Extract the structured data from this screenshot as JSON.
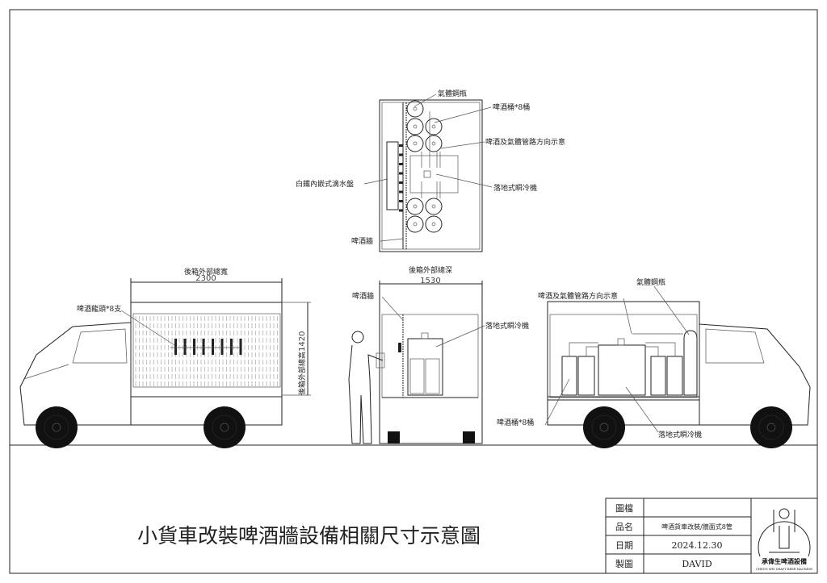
{
  "drawing_title": "小貨車改裝啤酒牆設備相關尺寸示意圖",
  "top_view": {
    "gas_cylinder": "氣體鋼瓶",
    "kegs": "啤酒桶*8桶",
    "piping": "啤酒及氣體管路方向示意",
    "drip_tray": "白鐵內嵌式滴水盤",
    "cooler": "落地式瞬冷機",
    "beer_wall": "啤酒牆"
  },
  "side_view_left": {
    "width_label": "後箱外部總寬",
    "width_value": "2300",
    "height_label": "後箱外部總高",
    "height_value": "1420",
    "taps": "啤酒龍頭*8支"
  },
  "rear_view": {
    "depth_label": "後箱外部總深",
    "depth_value": "1530",
    "beer_wall": "啤酒牆",
    "cooler": "落地式瞬冷機"
  },
  "side_view_right": {
    "piping": "啤酒及氣體管路方向示意",
    "gas_cylinder": "氣體鋼瓶",
    "kegs": "啤酒桶*8桶",
    "cooler": "落地式瞬冷機"
  },
  "title_block": {
    "file_label": "圖檔",
    "file_value": "",
    "name_label": "品名",
    "name_value": "啤酒貨車改裝/牆面式8管",
    "date_label": "日期",
    "date_value": "2024.12.30",
    "drawn_label": "製圖",
    "drawn_value": "DAVID",
    "logo_text": "承偉生啤酒設備",
    "logo_subtext": "CHENG WEI DRAFT BEER MACHINE"
  }
}
